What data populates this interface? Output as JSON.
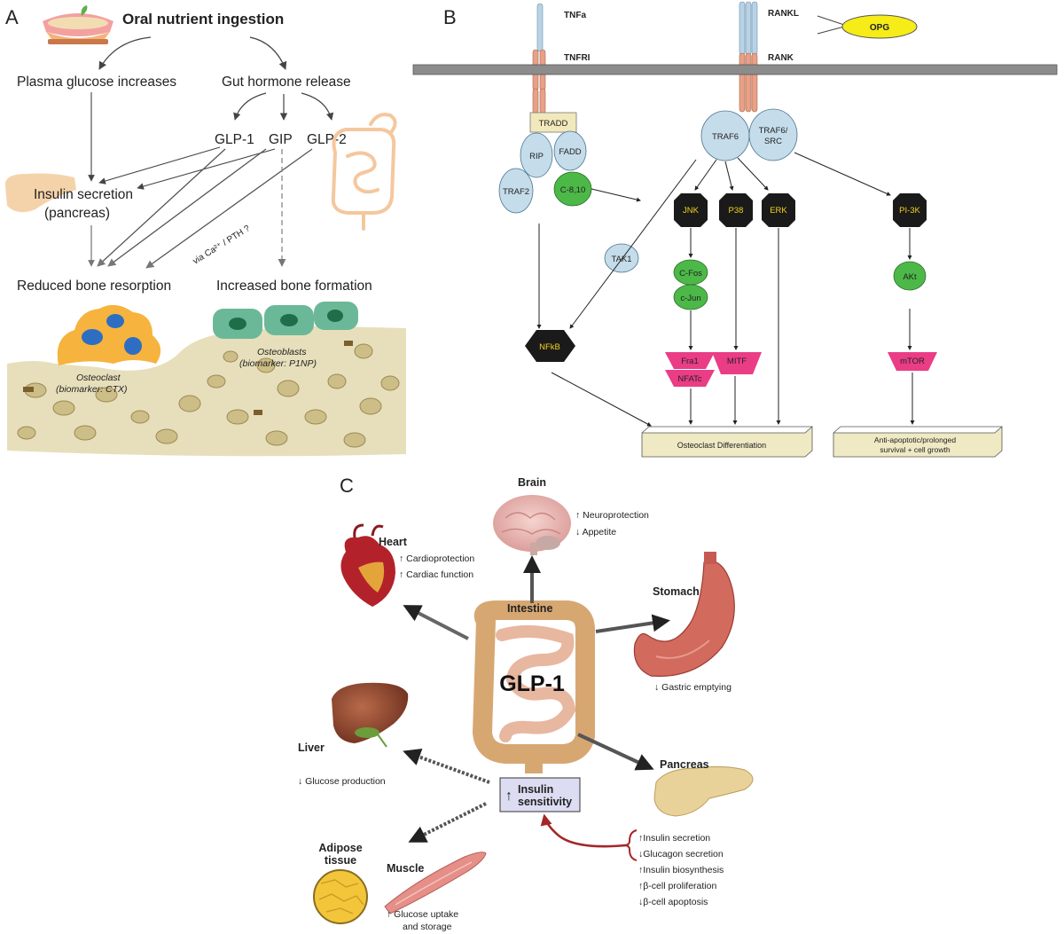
{
  "panels": {
    "a": "A",
    "b": "B",
    "c": "C"
  },
  "panel_a": {
    "title": "Oral nutrient ingestion",
    "plasma_glucose": "Plasma glucose increases",
    "gut_hormone": "Gut hormone release",
    "glp1": "GLP-1",
    "gip": "GIP",
    "glp2": "GLP-2",
    "insulin_line1": "Insulin secretion",
    "insulin_line2": "(pancreas)",
    "via": "via Ca²⁺ / PTH ?",
    "reduced_resorption": "Reduced bone resorption",
    "increased_formation": "Increased bone formation",
    "osteoclast": "Osteoclast",
    "osteoclast_marker": "(biomarker: CTX)",
    "osteoblasts": "Osteoblasts",
    "osteoblasts_marker": "(biomarker: P1NP)"
  },
  "panel_b": {
    "tnfa": "TNFa",
    "tnfri": "TNFRI",
    "rankl": "RANKL",
    "rank": "RANK",
    "opg": "OPG",
    "tradd": "TRADD",
    "rip": "RIP",
    "fadd": "FADD",
    "traf2": "TRAF2",
    "c810": "C-8,10",
    "traf6": "TRAF6",
    "traf6src_1": "TRAF6/",
    "traf6src_2": "SRC",
    "tak1": "TAK1",
    "jnk": "JNK",
    "p38": "P38",
    "erk": "ERK",
    "pi3k": "PI-3K",
    "cfos": "C-Fos",
    "cjun": "c-Jun",
    "akt": "AKt",
    "nfkb": "NFkB",
    "fra1": "Fra1",
    "nfatc": "NFATc",
    "mitf": "MITF",
    "mtor": "mTOR",
    "osteoclast_diff": "Osteoclast Differentiation",
    "anti_apop_1": "Anti-apoptotic/prolonged",
    "anti_apop_2": "survival + cell growth"
  },
  "panel_c": {
    "center": "GLP-1",
    "intestine": "Intestine",
    "brain": "Brain",
    "brain_e1": "Neuroprotection",
    "brain_e2": "Appetite",
    "heart": "Heart",
    "heart_e1": "Cardioprotection",
    "heart_e2": "Cardiac function",
    "stomach": "Stomach",
    "stomach_e1": "Gastric emptying",
    "liver": "Liver",
    "liver_e1": "Glucose production",
    "pancreas": "Pancreas",
    "pancreas_e": [
      "Insulin secretion",
      "Glucagon secretion",
      "Insulin biosynthesis",
      "β-cell proliferation",
      "β-cell apoptosis"
    ],
    "insulin_sens_1": "Insulin",
    "insulin_sens_2": "sensitivity",
    "adipose_1": "Adipose",
    "adipose_2": "tissue",
    "muscle": "Muscle",
    "muscle_e1": "Glucose uptake",
    "muscle_e2": "and storage"
  },
  "colors": {
    "membrane": "#8c8c8c",
    "receptor": "#e8a086",
    "receptor_top": "#b9d3e6",
    "adaptor": "#c5dcea",
    "caspase": "#4cb848",
    "kinase": "#1a1a1a",
    "kinase_text": "#f2d21a",
    "tf": "#ea3d86",
    "outcome": "#efe9c4",
    "opg": "#f5ec18",
    "bone": "#e7dfbb",
    "osteoclast": "#f6b33d",
    "osteoclast_nucleus": "#2d6ec2",
    "osteoblast": "#6bb898",
    "insulin_box": "#dcdcf2",
    "red_arrow": "#a5262a"
  }
}
